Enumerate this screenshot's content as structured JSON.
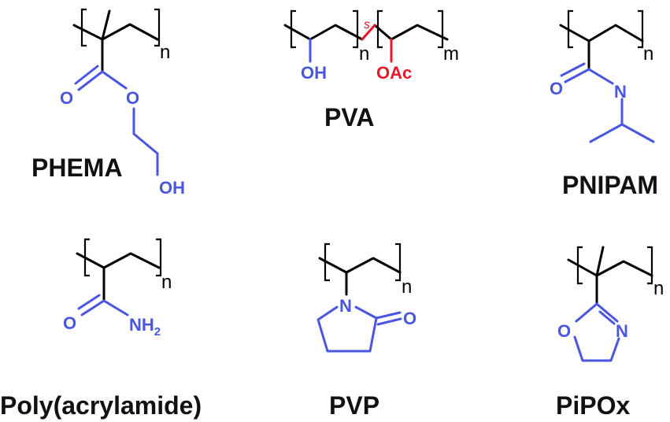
{
  "colors": {
    "hetero": "#4a55e0",
    "acetate": "#e8172b",
    "backbone": "#000000"
  },
  "polymers": {
    "phema": {
      "name": "PHEMA",
      "repeat": "n",
      "atoms": {
        "carbonyl_o": "O",
        "ester_o": "O",
        "hydroxyl": "OH"
      }
    },
    "pva": {
      "name": "PVA",
      "repeat_1": "n",
      "repeat_2": "m",
      "stat_mark": "s",
      "atoms": {
        "hydroxyl": "OH",
        "acetate": "OAc"
      }
    },
    "pnipam": {
      "name": "PNIPAM",
      "repeat": "n",
      "atoms": {
        "carbonyl_o": "O",
        "amide_n": "N"
      }
    },
    "pam": {
      "name": "Poly(acrylamide)",
      "repeat": "n",
      "atoms": {
        "carbonyl_o": "O",
        "amine": "NH",
        "amine_sub": "2"
      }
    },
    "pvp": {
      "name": "PVP",
      "repeat": "n",
      "atoms": {
        "ring_n": "N",
        "carbonyl_o": "O"
      }
    },
    "pipox": {
      "name": "PiPOx",
      "repeat": "n",
      "atoms": {
        "ring_o": "O",
        "ring_n": "N"
      }
    }
  }
}
